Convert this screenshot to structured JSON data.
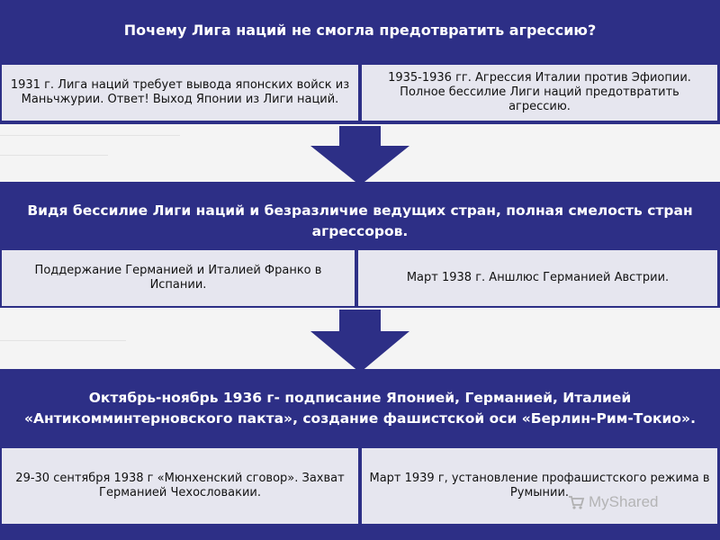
{
  "title": "Почему Лига наций не смогла предотвратить агрессию?",
  "sections": [
    {
      "heading": "Почему Лига наций не смогла предотвратить агрессию?",
      "left": "1931 г. Лига наций требует вывода японских войск из Маньчжурии. Ответ! Выход Японии из Лиги наций.",
      "right": "1935-1936 гг. Агрессия Италии против Эфиопии. Полное бессилие Лиги наций предотвратить агрессию."
    },
    {
      "heading": "Видя бессилие Лиги наций и безразличие ведущих стран, полная смелость стран агрессоров.",
      "left": "Поддержание Германией и Италией Франко в Испании.",
      "right": "Март 1938 г. Аншлюс Германией Австрии."
    },
    {
      "heading": "Октябрь-ноябрь 1936 г- подписание Японией, Германией, Италией «Антикомминтерновского пакта», создание фашистской оси «Берлин-Рим-Токио».",
      "left": "29-30 сентября 1938 г «Мюнхенский сговор». Захват Германией Чехословакии.",
      "right": "Март 1939 г, установление профашистского режима в Румынии."
    }
  ],
  "watermark": "MyShared",
  "colors": {
    "band": "#2d2f86",
    "box": "#e6e6ef",
    "arrow": "#2d2f86",
    "heading_text": "#ffffff"
  },
  "icons": {
    "arrow": "arrow-down-icon",
    "watermark": "cart-icon"
  }
}
